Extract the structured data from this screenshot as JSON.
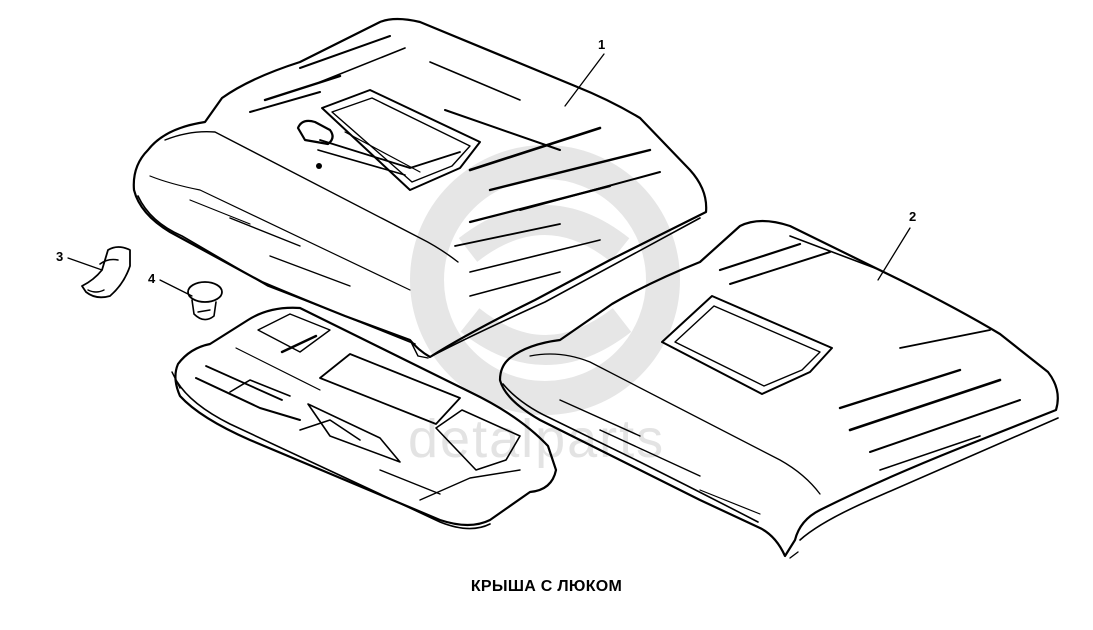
{
  "caption": "КРЫША С ЛЮКОМ",
  "callouts": [
    {
      "id": "part-1",
      "label": "1"
    },
    {
      "id": "part-2",
      "label": "2"
    },
    {
      "id": "part-3",
      "label": "3"
    },
    {
      "id": "part-4",
      "label": "4"
    }
  ],
  "watermark": {
    "text": "detalparts",
    "color": "#e3e3e3"
  },
  "colors": {
    "ink": "#000000",
    "background": "#ffffff",
    "watermark": "#e3e3e3"
  }
}
